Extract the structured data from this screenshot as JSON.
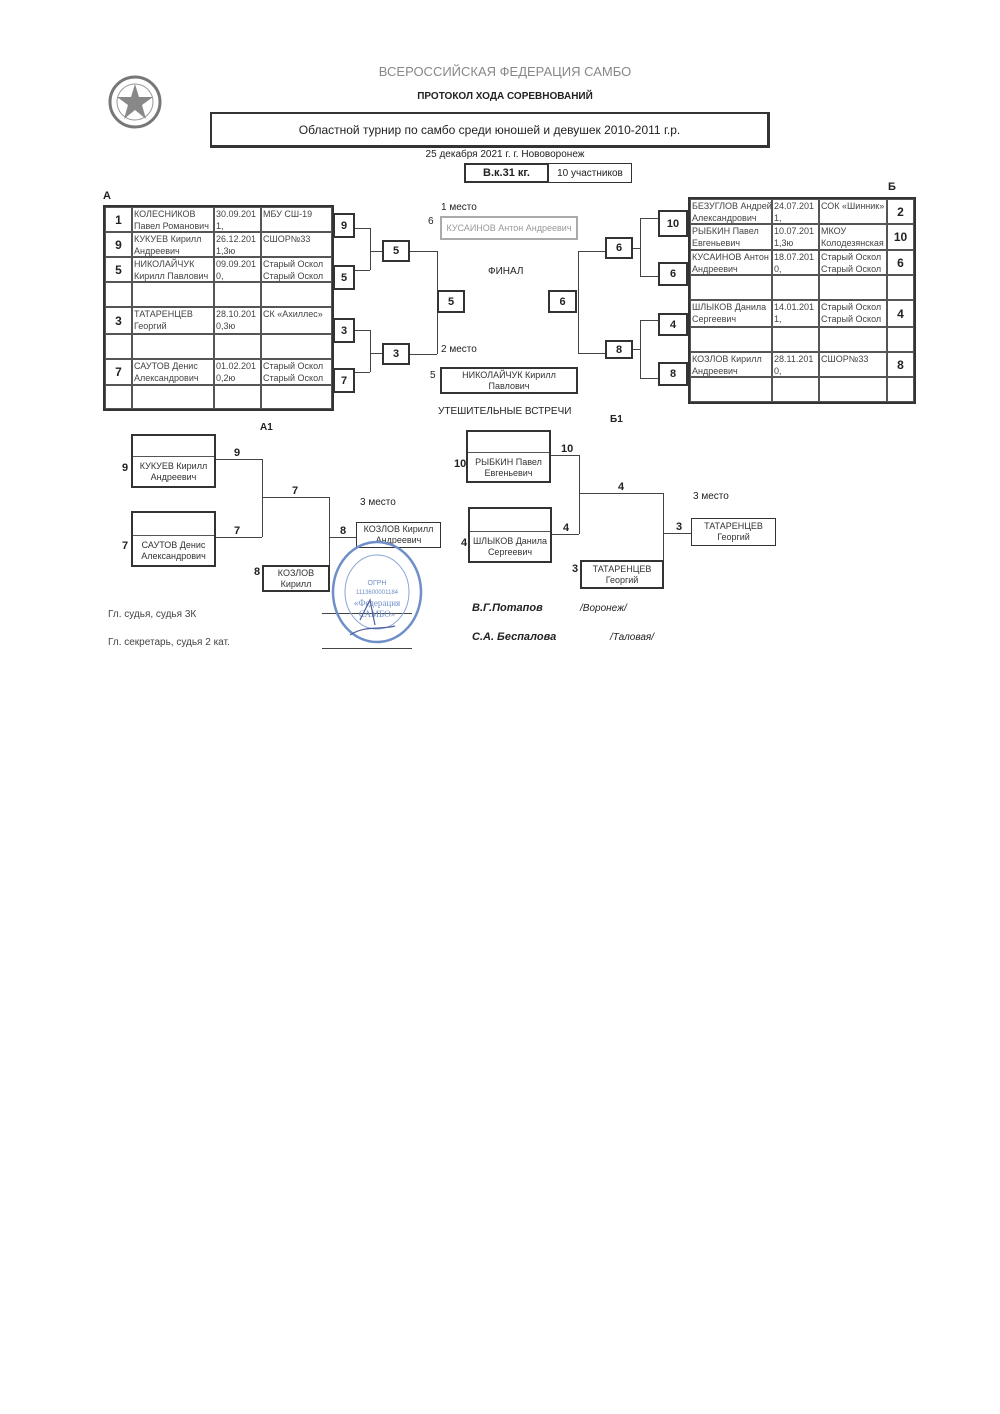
{
  "header": {
    "federation": "ВСЕРОССИЙСКАЯ ФЕДЕРАЦИЯ САМБО",
    "protocol": "ПРОТОКОЛ ХОДА СОРЕВНОВАНИЙ",
    "tournament": "Областной турнир по самбо среди юношей  и девушек 2010-2011 г.р.",
    "date_place": "25 декабря 2021 г.    г. Нововоронеж",
    "weight": "В.к.31  кг.",
    "participants": "10 участников"
  },
  "group_a": {
    "label": "А",
    "rows": [
      {
        "seed": "1",
        "name1": "КОЛЕСНИКОВ",
        "name2": "Павел Романович",
        "date1": "30.09.201",
        "date2": "1,",
        "club1": "МБУ СШ-19",
        "club2": ""
      },
      {
        "seed": "9",
        "name1": "КУКУЕВ Кирилл",
        "name2": "Андреевич",
        "date1": "26.12.201",
        "date2": "1,3ю",
        "club1": "СШОР№33",
        "club2": ""
      },
      {
        "seed": "5",
        "name1": "НИКОЛАЙЧУК",
        "name2": "Кирилл Павлович",
        "date1": "09.09.201",
        "date2": "0,",
        "club1": "Старый Оскол",
        "club2": "Старый Оскол"
      },
      {
        "seed": "",
        "name1": "",
        "name2": "",
        "date1": "",
        "date2": "",
        "club1": "",
        "club2": ""
      },
      {
        "seed": "3",
        "name1": "ТАТАРЕНЦЕВ",
        "name2": "Георгий",
        "date1": "28.10.201",
        "date2": "0,3ю",
        "club1": "СК «Ахиллес»",
        "club2": ""
      },
      {
        "seed": "",
        "name1": "",
        "name2": "",
        "date1": "",
        "date2": "",
        "club1": "",
        "club2": ""
      },
      {
        "seed": "7",
        "name1": "САУТОВ Денис",
        "name2": "Александрович",
        "date1": "01.02.201",
        "date2": "0,2ю",
        "club1": "Старый Оскол",
        "club2": "Старый Оскол"
      },
      {
        "seed": "",
        "name1": "",
        "name2": "",
        "date1": "",
        "date2": "",
        "club1": "",
        "club2": ""
      }
    ],
    "r1": [
      "9",
      "5",
      "3",
      "7"
    ],
    "r2": [
      "5",
      "3"
    ],
    "semi": "5"
  },
  "group_b": {
    "label": "Б",
    "rows": [
      {
        "seed": "2",
        "name1": "БЕЗУГЛОВ Андрей",
        "name2": "Александрович",
        "date1": "24.07.201",
        "date2": "1,",
        "club1": "СОК «Шинник»",
        "club2": ""
      },
      {
        "seed": "10",
        "name1": "РЫБКИН Павел",
        "name2": "Евгеньевич",
        "date1": "10.07.201",
        "date2": "1,3ю",
        "club1": "МКОУ",
        "club2": "Колодезянская"
      },
      {
        "seed": "6",
        "name1": "КУСАИНОВ  Антон",
        "name2": "Андреевич",
        "date1": "18.07.201",
        "date2": "0,",
        "club1": "Старый Оскол",
        "club2": "Старый Оскол"
      },
      {
        "seed": "",
        "name1": "",
        "name2": "",
        "date1": "",
        "date2": "",
        "club1": "",
        "club2": ""
      },
      {
        "seed": "4",
        "name1": "ШЛЫКОВ Данила",
        "name2": "Сергеевич",
        "date1": "14.01.201",
        "date2": "1,",
        "club1": "Старый Оскол",
        "club2": "Старый Оскол"
      },
      {
        "seed": "",
        "name1": "",
        "name2": "",
        "date1": "",
        "date2": "",
        "club1": "",
        "club2": ""
      },
      {
        "seed": "8",
        "name1": "КОЗЛОВ Кирилл",
        "name2": "Андреевич",
        "date1": "28.11.201",
        "date2": "0,",
        "club1": "СШОР№33",
        "club2": ""
      },
      {
        "seed": "",
        "name1": "",
        "name2": "",
        "date1": "",
        "date2": "",
        "club1": "",
        "club2": ""
      }
    ],
    "r1": [
      "10",
      "6",
      "4",
      "8"
    ],
    "r2": [
      "6",
      "8"
    ],
    "semi": "6"
  },
  "final": {
    "label": "ФИНАЛ",
    "first_label": "1 место",
    "first_seed": "6",
    "first_name": "КУСАИНОВ  Антон Андреевич",
    "second_label": "2 место",
    "second_seed": "5",
    "second_name1": "НИКОЛАЙЧУК Кирилл",
    "second_name2": "Павлович"
  },
  "consolation": {
    "title": "УТЕШИТЕЛЬНЫЕ ВСТРЕЧИ",
    "a1": {
      "label": "А1",
      "p1_seed": "9",
      "p1_name1": "КУКУЕВ Кирилл",
      "p1_name2": "Андреевич",
      "p2_seed": "7",
      "p2_name1": "САУТОВ Денис",
      "p2_name2": "Александрович",
      "w1": "9",
      "w2": "7",
      "w3": "7",
      "p3_seed": "8",
      "p3_name1": "КОЗЛОВ",
      "p3_name2": "Кирилл",
      "w4": "8",
      "third_label": "3 место",
      "third_name1": "КОЗЛОВ Кирилл",
      "third_name2": "Андреевич"
    },
    "b1": {
      "label": "Б1",
      "p1_seed": "10",
      "p1_name1": "РЫБКИН Павел",
      "p1_name2": "Евгеньевич",
      "p2_seed": "4",
      "p2_name1": "ШЛЫКОВ Данила",
      "p2_name2": "Сергеевич",
      "w1": "10",
      "w2": "4",
      "w3": "4",
      "p3_seed": "3",
      "p3_name1": "ТАТАРЕНЦЕВ",
      "p3_name2": "Георгий",
      "w4": "3",
      "third_label": "3 место",
      "third_name1": "ТАТАРЕНЦЕВ",
      "third_name2": "Георгий"
    }
  },
  "officials": {
    "judge_role": "Гл. судья, судья 3К",
    "judge_name": "В.Г.Потапов",
    "judge_city": "/Воронеж/",
    "secretary_role": "Гл. секретарь, судья 2 кат.",
    "secretary_name": "С.А. Беспалова",
    "secretary_city": "/Таловая/"
  },
  "stamp": {
    "text": "ВСЕРОССИЙСКАЯ ФЕДЕРАЦИЯ САМБО ОГРН 1113600001184 «Федерация САМБО»"
  }
}
